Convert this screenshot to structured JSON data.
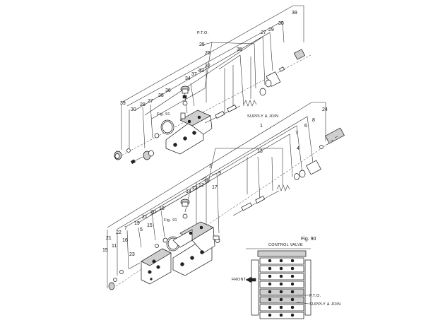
{
  "figure": {
    "fig_number": "Fig. 90",
    "ref_fig": "Fig. 91",
    "group_pto": "P.T.O.",
    "group_supply": "SUPPLY & JOIN",
    "inset": {
      "title": "CONTROL VALVE",
      "front": "FRONT",
      "pto": "P.T.O.",
      "supply": "SUPPLY & JOIN"
    }
  },
  "callouts": {
    "n1": "1",
    "n2": "2",
    "n4": "4",
    "n5": "5",
    "n6": "6",
    "n7": "7",
    "n8": "8",
    "n9": "9",
    "n10": "10",
    "n11": "11",
    "n12": "12",
    "n13": "13",
    "n14": "14",
    "n15a": "15",
    "n15b": "15",
    "n16": "16",
    "n17": "17",
    "n18": "18",
    "n19": "19",
    "n20": "20",
    "n21a": "21",
    "n21b": "21",
    "n22a": "22",
    "n22b": "22",
    "n23": "23",
    "n24": "24",
    "n25": "25",
    "n26": "26",
    "n27a": "27",
    "n27b": "27",
    "n28": "28",
    "n29": "29",
    "n30a": "30",
    "n30b": "30",
    "n32": "32",
    "n33": "33",
    "n34": "34",
    "n35": "35",
    "n36": "36",
    "n37": "37",
    "n38": "38",
    "n39a": "39",
    "n39b": "39"
  }
}
